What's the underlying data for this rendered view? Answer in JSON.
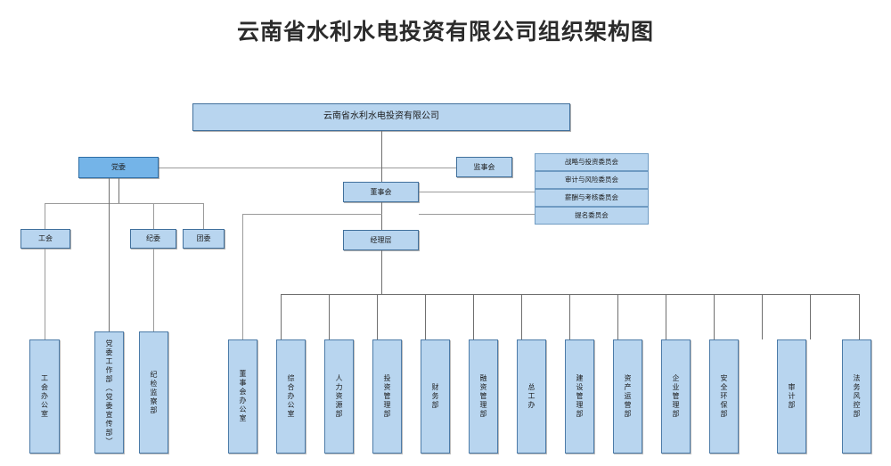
{
  "title": "云南省水利水电投资有限公司组织架构图",
  "nodes": {
    "company": "云南省水利水电投资有限公司",
    "party_committee": "党委",
    "board_of_supervisors": "监事会",
    "board_of_directors": "董事会",
    "management": "经理层",
    "labor_union": "工会",
    "discipline_committee": "纪委",
    "youth_league": "团委"
  },
  "committees": [
    "战略与投资委员会",
    "审计与风险委员会",
    "薪酬与考核委员会",
    "提名委员会"
  ],
  "party_departments": [
    "工会办公室",
    "党委工作部（党委宣传部）",
    "纪检监察部"
  ],
  "departments": [
    "董事会办公室",
    "综合办公室",
    "人力资源部",
    "投资管理部",
    "财务部",
    "融资管理部",
    "总工办",
    "建设管理部",
    "资产运营部",
    "企业管理部",
    "安全环保部",
    "审计部",
    "法务风控部"
  ],
  "colors": {
    "box_fill": "#b8d5ef",
    "box_fill_accent": "#74b4e8",
    "box_border": "#41709c",
    "line": "#6f6f6f",
    "title_text": "#2b2b2b"
  }
}
